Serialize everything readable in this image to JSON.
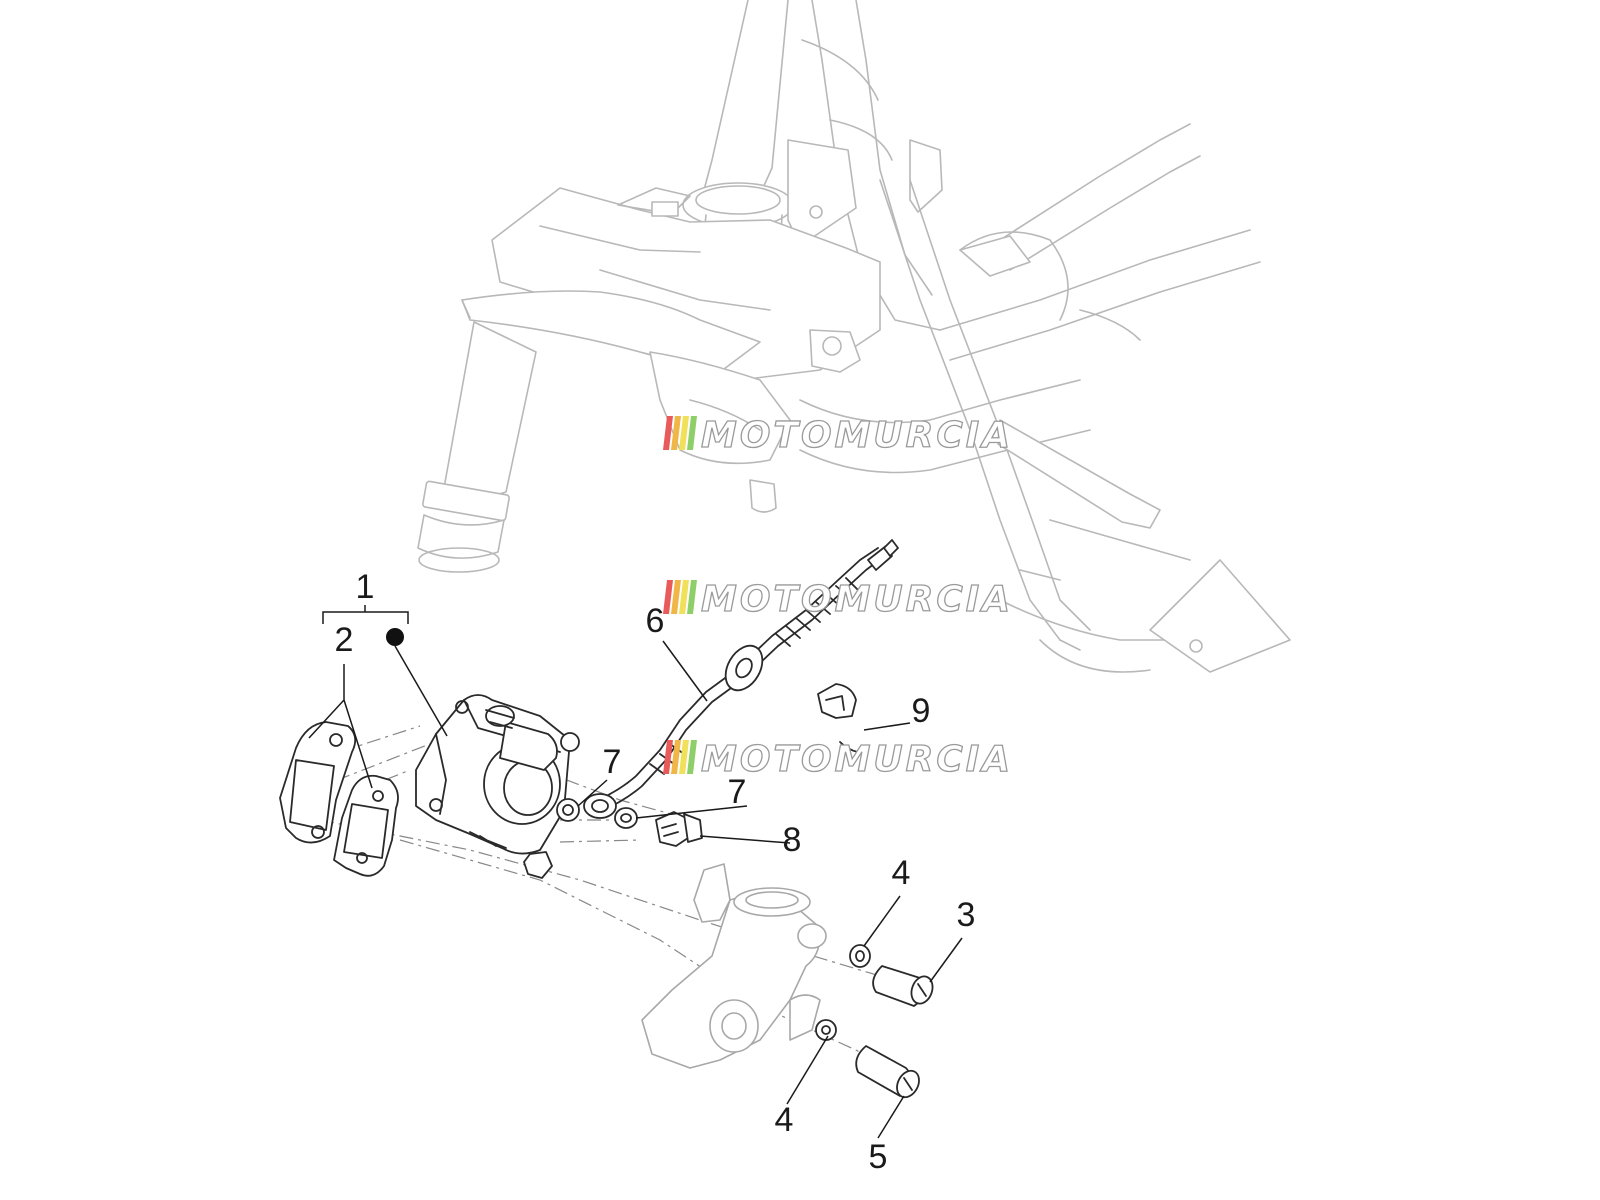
{
  "diagram": {
    "callouts": [
      {
        "id": "c1",
        "label": "1"
      },
      {
        "id": "c2",
        "label": "2"
      },
      {
        "id": "c3",
        "label": "3"
      },
      {
        "id": "c4a",
        "label": "4"
      },
      {
        "id": "c4b",
        "label": "4"
      },
      {
        "id": "c5",
        "label": "5"
      },
      {
        "id": "c6",
        "label": "6"
      },
      {
        "id": "c7a",
        "label": "7"
      },
      {
        "id": "c7b",
        "label": "7"
      },
      {
        "id": "c8",
        "label": "8"
      },
      {
        "id": "c9",
        "label": "9"
      }
    ],
    "watermark": {
      "text": "MOTOMURCIA",
      "stripe_colors": [
        "#e95b5b",
        "#f1b648",
        "#f0e05a",
        "#8fcf6a"
      ]
    },
    "colors": {
      "part_line": "#2a2a2a",
      "frame_line": "#b8b8b8",
      "leader_line": "#1a1a1a"
    }
  }
}
